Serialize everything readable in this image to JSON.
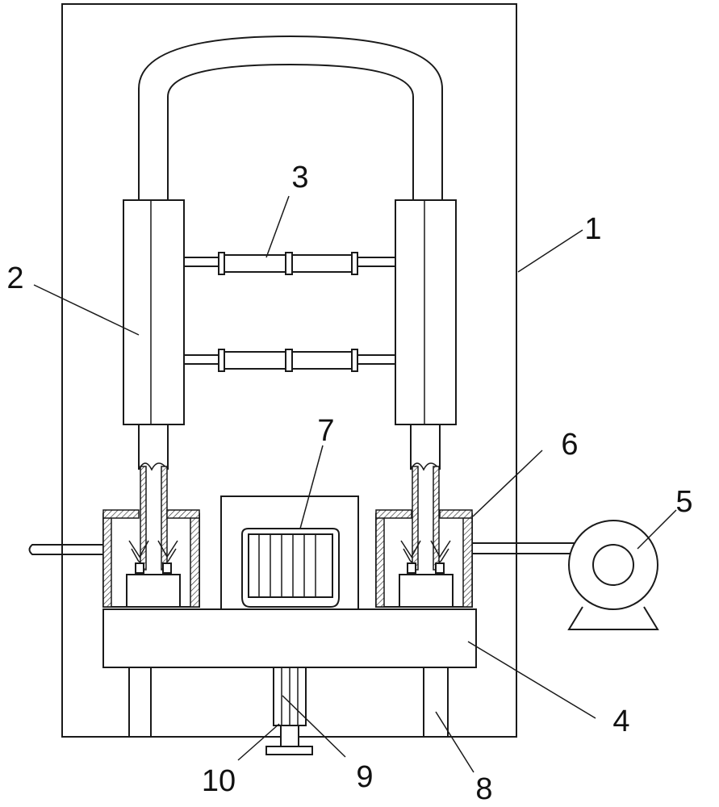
{
  "figure": {
    "callouts": [
      {
        "id": "1",
        "text": "1"
      },
      {
        "id": "2",
        "text": "2"
      },
      {
        "id": "3",
        "text": "3"
      },
      {
        "id": "4",
        "text": "4"
      },
      {
        "id": "5",
        "text": "5"
      },
      {
        "id": "6",
        "text": "6"
      },
      {
        "id": "7",
        "text": "7"
      },
      {
        "id": "8",
        "text": "8"
      },
      {
        "id": "9",
        "text": "9"
      },
      {
        "id": "10",
        "text": "10"
      }
    ]
  },
  "colors": {
    "line": "#1a1a1a",
    "background": "#ffffff"
  }
}
